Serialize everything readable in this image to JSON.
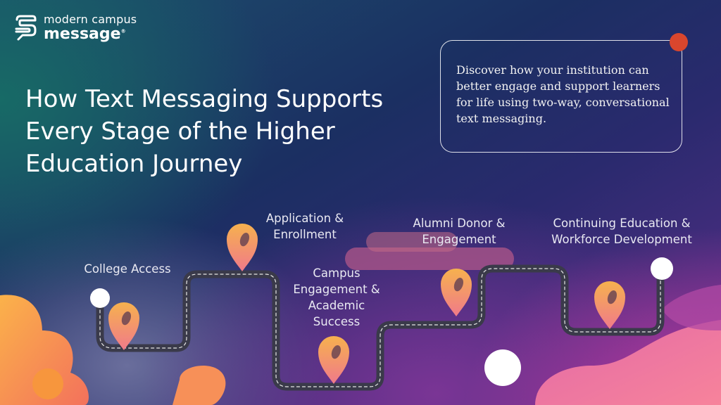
{
  "brand": {
    "name_line1": "modern campus",
    "name_line2": "message",
    "trademark": "®"
  },
  "headline": "How Text Messaging Supports Every Stage of the Higher Education Journey",
  "description": "Discover how your institution can better engage and support learners for life using two-way, conversational text messaging.",
  "stages": [
    {
      "label": "College Access"
    },
    {
      "label": "Application & Enrollment"
    },
    {
      "label": "Campus Engagement & Academic Success"
    },
    {
      "label": "Alumni Donor & Engagement"
    },
    {
      "label": "Continuing Education & Workforce Development"
    }
  ],
  "colors": {
    "accent_dot": "#d9462d",
    "pin_gradient_top": "#f6b14e",
    "pin_gradient_bottom": "#f07a8a",
    "road": "#3a3a4a",
    "road_dash": "#e8e8e8",
    "blob_orange": "#f7963d",
    "blob_pink": "#ee6f8e"
  },
  "icons": [
    "message-logo-icon",
    "location-pin-icon"
  ]
}
